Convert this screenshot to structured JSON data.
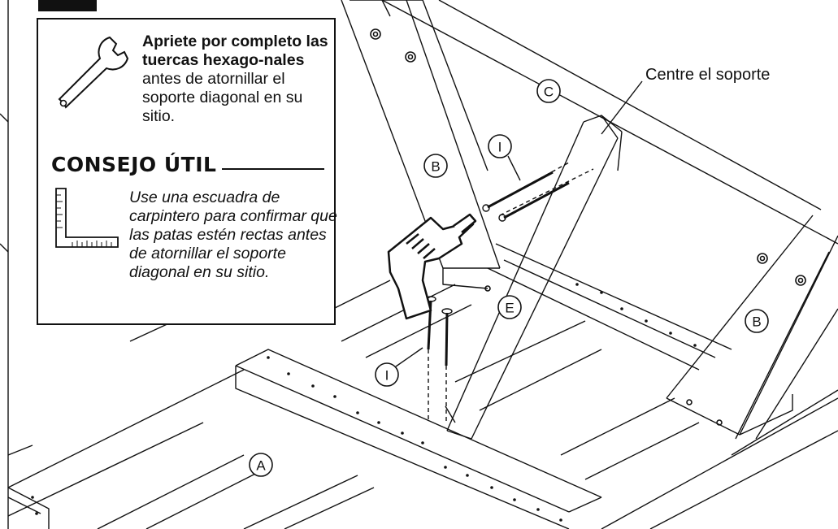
{
  "tip": {
    "main_bold": "Apriete por completo las tuercas hexago-nales",
    "main_rest": " antes de atornillar el soporte diagonal en su sitio.",
    "heading": "CONSEJO ÚTIL",
    "body": "Use una escuadra de carpintero para confirmar que las patas estén rectas antes de atornillar el soporte diagonal en su sitio."
  },
  "callout": "Centre el soporte",
  "part_labels": {
    "A": "A",
    "B1": "B",
    "B2": "B",
    "C": "C",
    "E": "E",
    "I1": "I",
    "I2": "I"
  }
}
